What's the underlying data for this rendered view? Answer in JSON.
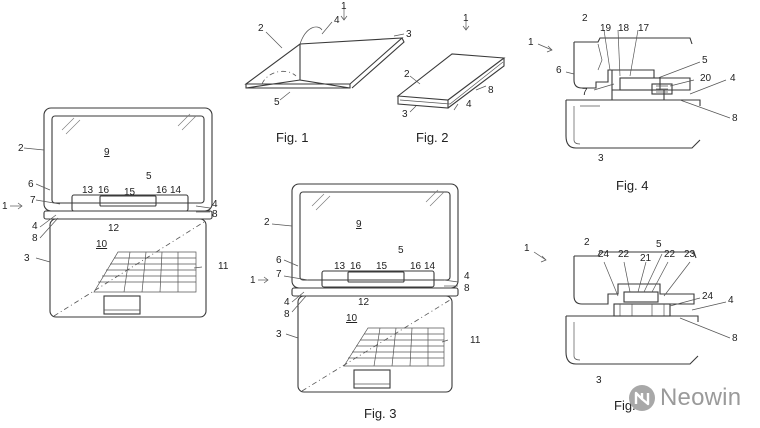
{
  "figures": [
    {
      "id": "fig1",
      "caption": "Fig. 1",
      "labels": [
        "1",
        "4",
        "2",
        "3",
        "5"
      ]
    },
    {
      "id": "fig2",
      "caption": "Fig. 2",
      "labels": [
        "1",
        "2",
        "8",
        "3",
        "4"
      ]
    },
    {
      "id": "fig3",
      "caption": "Fig. 3",
      "labels": [
        "2",
        "9",
        "6",
        "5",
        "1",
        "7",
        "13",
        "16",
        "15",
        "16",
        "14",
        "4",
        "8",
        "4",
        "8",
        "12",
        "10",
        "3",
        "11"
      ]
    },
    {
      "id": "fig4",
      "caption": "Fig. 4",
      "labels": [
        "2",
        "19",
        "18",
        "17",
        "1",
        "5",
        "6",
        "20",
        "7",
        "4",
        "8",
        "3"
      ]
    },
    {
      "id": "fig5",
      "caption": "Fig. 5",
      "labels": [
        "1",
        "2",
        "24",
        "22",
        "5",
        "22",
        "23",
        "21",
        "24",
        "4",
        "8",
        "3"
      ]
    },
    {
      "id": "fig-main",
      "caption": "",
      "labels": [
        "2",
        "9",
        "6",
        "5",
        "1",
        "7",
        "13",
        "16",
        "15",
        "16",
        "14",
        "4",
        "8",
        "4",
        "8",
        "12",
        "10",
        "3",
        "11"
      ]
    }
  ],
  "watermark": {
    "text": "Neowin",
    "icon": "neowin-logo-icon"
  }
}
